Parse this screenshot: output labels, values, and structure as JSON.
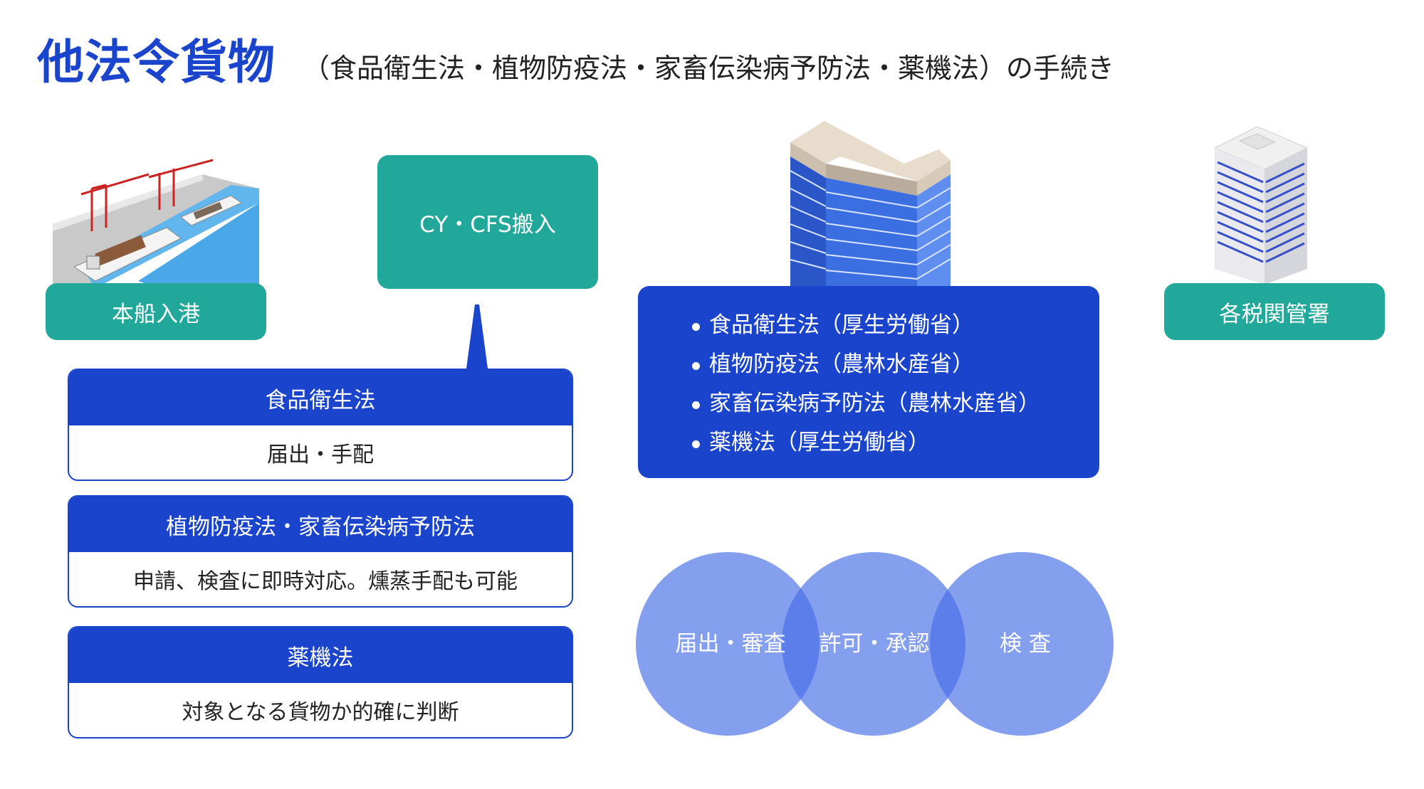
{
  "title": {
    "main": "他法令貨物",
    "sub": "（食品衛生法・植物防疫法・家畜伝染病予防法・薬機法）の手続き"
  },
  "nodes": {
    "honsen": "本船入港",
    "cy_cfs": "CY・CFS搬入",
    "zeikan": "各税関管署"
  },
  "laws": [
    {
      "name": "食品衛生法",
      "detail": "届出・手配"
    },
    {
      "name": "植物防疫法・家畜伝染病予防法",
      "detail": "申請、検査に即時対応。燻蒸手配も可能"
    },
    {
      "name": "薬機法",
      "detail": "対象となる貨物か的確に判断"
    }
  ],
  "ministries": [
    "食品衛生法（厚生労働省）",
    "植物防疫法（農林水産省）",
    "家畜伝染病予防法（農林水産省）",
    "薬機法（厚生労働省）"
  ],
  "process": [
    "届出・審査",
    "許可・承認",
    "検 査"
  ],
  "colors": {
    "primary_blue": "#1a44cc",
    "teal": "#22a89a",
    "circle_blue": "#4a6fe6"
  },
  "icons": [
    "port-illustration",
    "ministry-building-illustration",
    "customs-building-illustration"
  ]
}
